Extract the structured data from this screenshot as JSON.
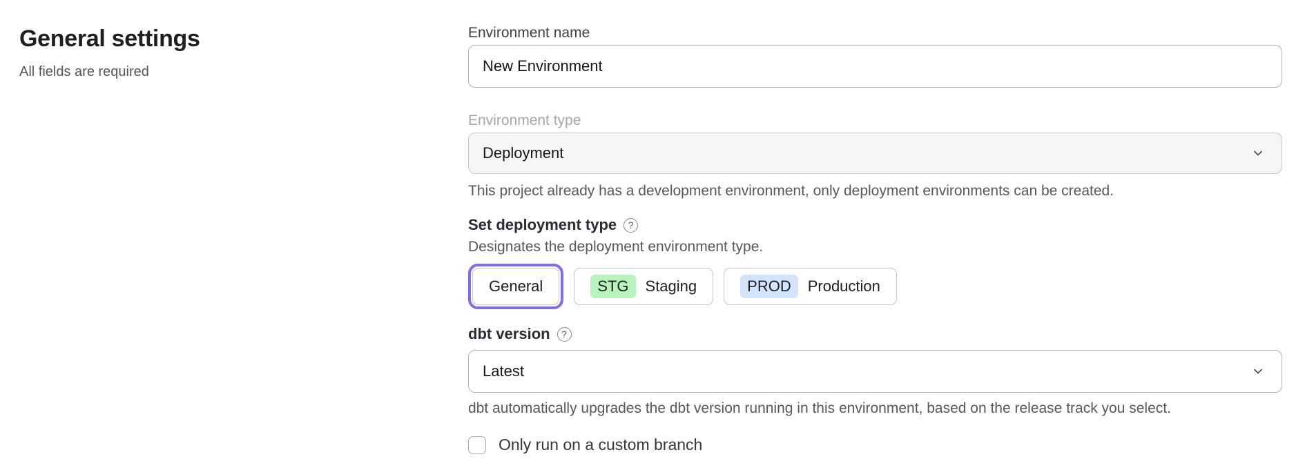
{
  "header": {
    "title": "General settings",
    "subtitle": "All fields are required"
  },
  "form": {
    "environment_name": {
      "label": "Environment name",
      "value": "New Environment"
    },
    "environment_type": {
      "label": "Environment type",
      "value": "Deployment",
      "disabled": true,
      "helper": "This project already has a development environment, only deployment environments can be created."
    },
    "deployment_type": {
      "label": "Set deployment type",
      "help_icon": "question-mark-circle",
      "description": "Designates the deployment environment type.",
      "selected": "General",
      "options": [
        {
          "label": "General"
        },
        {
          "badge": "STG",
          "label": "Staging"
        },
        {
          "badge": "PROD",
          "label": "Production"
        }
      ]
    },
    "dbt_version": {
      "label": "dbt version",
      "help_icon": "question-mark-circle",
      "value": "Latest",
      "helper": "dbt automatically upgrades the dbt version running in this environment, based on the release track you select."
    },
    "custom_branch": {
      "label": "Only run on a custom branch",
      "checked": false
    }
  },
  "colors": {
    "accent_purple": "#8469f2",
    "badge_green": "#b6f4bc",
    "badge_blue": "#d2e4fb",
    "disabled_bg": "#f5f5f6"
  }
}
